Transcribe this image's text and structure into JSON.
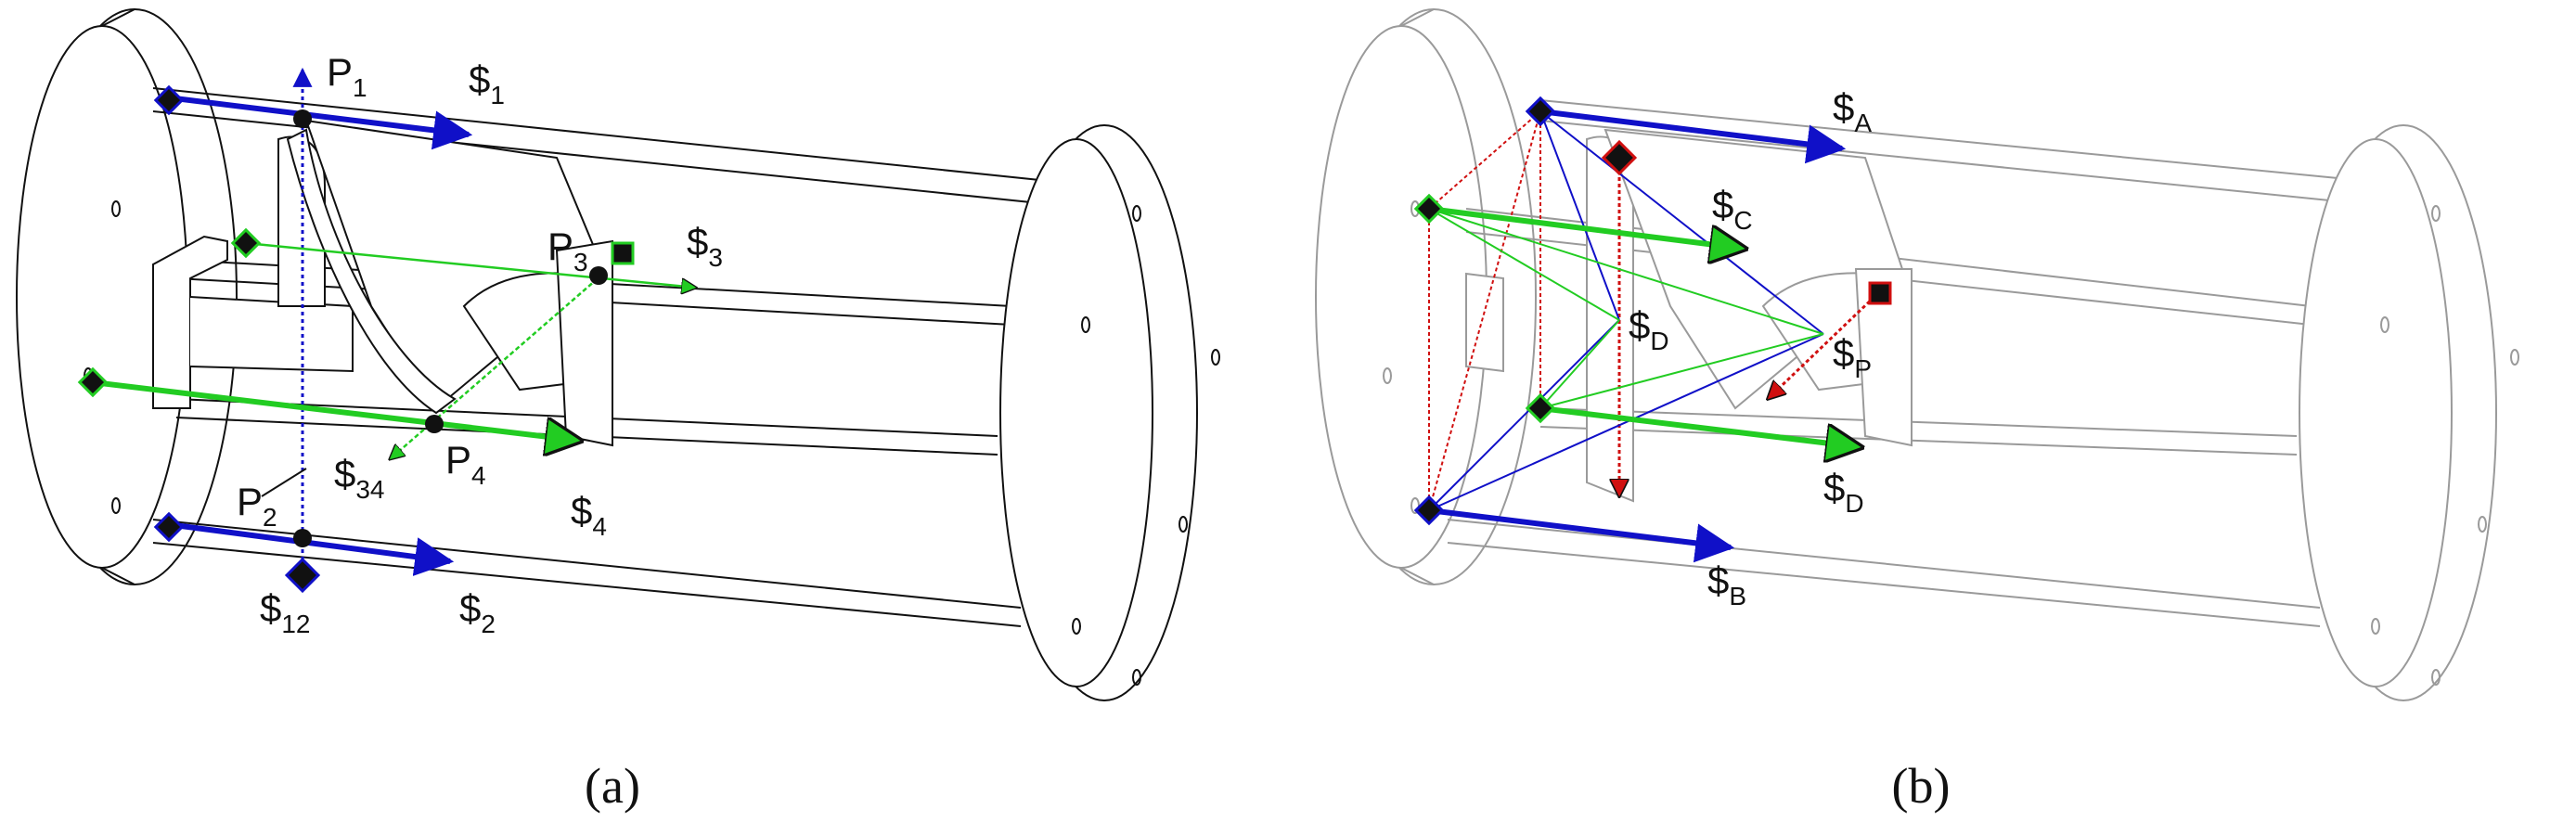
{
  "panel_a": {
    "caption": "(a)",
    "labels": {
      "p1": "P",
      "p1_sub": "1",
      "p2": "P",
      "p2_sub": "2",
      "p3": "P",
      "p3_sub": "3",
      "p4": "P",
      "p4_sub": "4",
      "s1": "$",
      "s1_sub": "1",
      "s2": "$",
      "s2_sub": "2",
      "s3": "$",
      "s3_sub": "3",
      "s4": "$",
      "s4_sub": "4",
      "s12": "$",
      "s12_sub": "12",
      "s34": "$",
      "s34_sub": "34"
    }
  },
  "panel_b": {
    "caption": "(b)",
    "labels": {
      "sA": "$",
      "sA_sub": "A",
      "sB": "$",
      "sB_sub": "B",
      "sC": "$",
      "sC_sub": "C",
      "sD1": "$",
      "sD1_sub": "D",
      "sD2": "$",
      "sD2_sub": "D",
      "sP": "$",
      "sP_sub": "P"
    }
  },
  "colors": {
    "outline": "#111111",
    "outline_faded": "#9a9a9a",
    "blue": "#1010c8",
    "green": "#22cc22",
    "red": "#d01010",
    "black_node": "#111111"
  }
}
